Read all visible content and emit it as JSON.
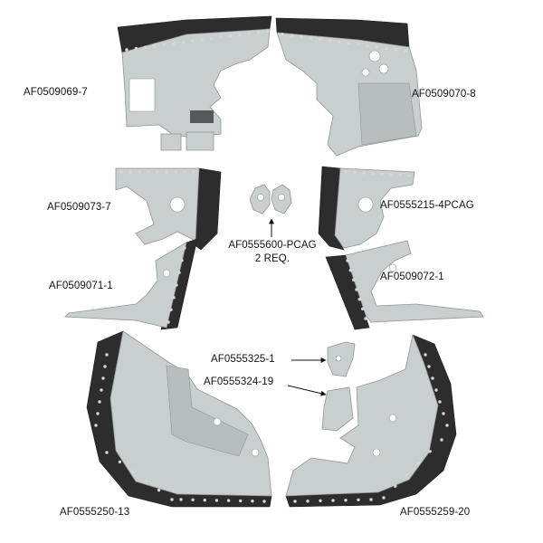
{
  "colors": {
    "panel": "#c9cecf",
    "panel_edge": "#8f9596",
    "rubber": "#2d2d2d",
    "rivet": "#d8d8d2",
    "hole": "#ffffff",
    "label": "#111111"
  },
  "labels": {
    "p069": "AF0509069-7",
    "p070": "AF0509070-8",
    "p073": "AF0509073-7",
    "p215": "AF0555215-4PCAG",
    "p600": "AF0555600-PCAG",
    "p600_qty": "2 REQ.",
    "p071": "AF0509071-1",
    "p072": "AF0509072-1",
    "p325": "AF0555325-1",
    "p324": "AF0555324-19",
    "p250": "AF0555250-13",
    "p259": "AF0555259-20"
  }
}
